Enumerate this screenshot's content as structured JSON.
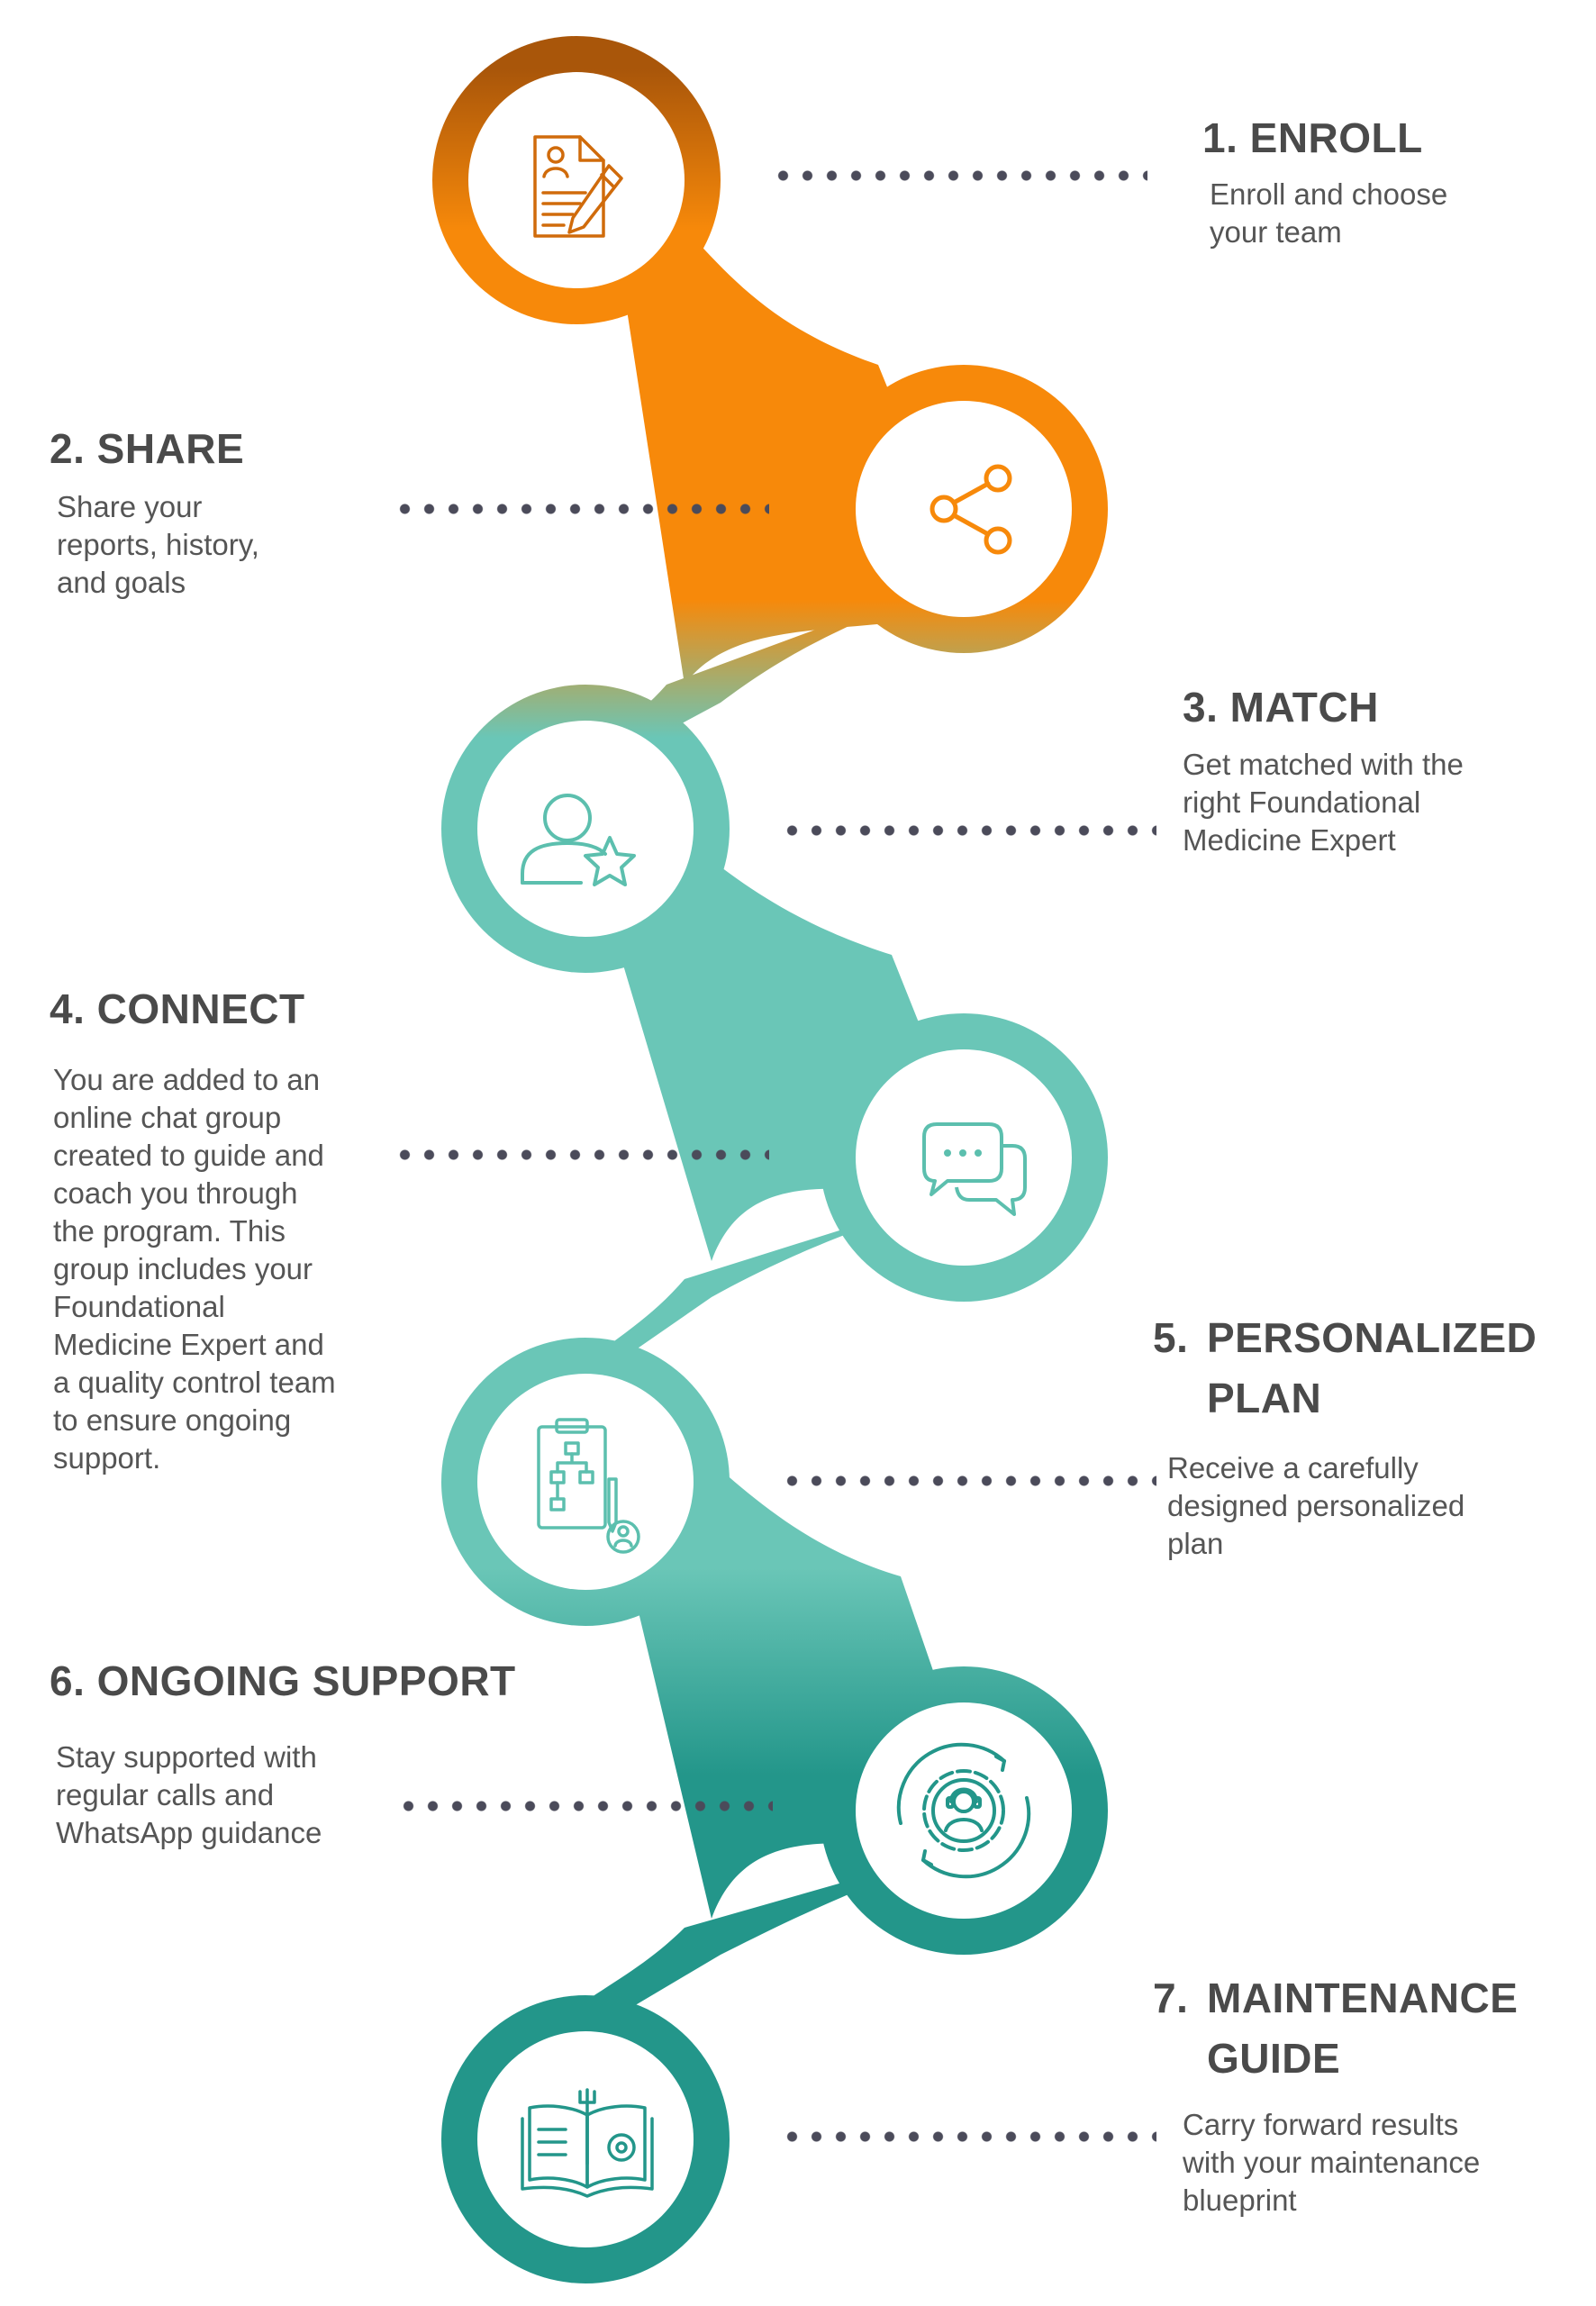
{
  "colors": {
    "orange": "#f7890a",
    "orange_dark": "#a9560a",
    "teal_light": "#6ac6b7",
    "teal_dark": "#23968a",
    "title_text": "#4a4a4a",
    "body_text": "#555555",
    "dots": "#4b4b5a"
  },
  "steps": [
    {
      "num": "1.",
      "title": "ENROLL",
      "title2": "",
      "lines": [
        "Enroll and choose",
        "your team"
      ],
      "icon": "enroll-form-pencil-icon"
    },
    {
      "num": "2.",
      "title": "SHARE",
      "title2": "",
      "lines": [
        "Share your",
        "reports, history,",
        "and goals"
      ],
      "icon": "share-icon"
    },
    {
      "num": "3.",
      "title": "MATCH",
      "title2": "",
      "lines": [
        "Get matched with the",
        "right Foundational",
        "Medicine Expert"
      ],
      "icon": "user-star-icon"
    },
    {
      "num": "4.",
      "title": "CONNECT",
      "title2": "",
      "lines": [
        "You are added to an",
        "online chat group",
        "created to guide and",
        "coach you through",
        "the program. This",
        "group includes your",
        "Foundational",
        "Medicine Expert and",
        "a quality control team",
        "to ensure ongoing",
        "support."
      ],
      "icon": "chat-bubbles-icon"
    },
    {
      "num": "5.",
      "title": "PERSONALIZED",
      "title2": "PLAN",
      "lines": [
        "Receive a carefully",
        "designed personalized",
        "plan"
      ],
      "icon": "clipboard-plan-icon"
    },
    {
      "num": "6.",
      "title": "ONGOING SUPPORT",
      "title2": "",
      "lines": [
        "Stay supported with",
        "regular calls and",
        "WhatsApp guidance"
      ],
      "icon": "support-gear-headset-icon"
    },
    {
      "num": "7.",
      "title": "MAINTENANCE",
      "title2": "GUIDE",
      "lines": [
        "Carry forward results",
        "with your maintenance",
        "blueprint"
      ],
      "icon": "book-tools-icon"
    }
  ]
}
